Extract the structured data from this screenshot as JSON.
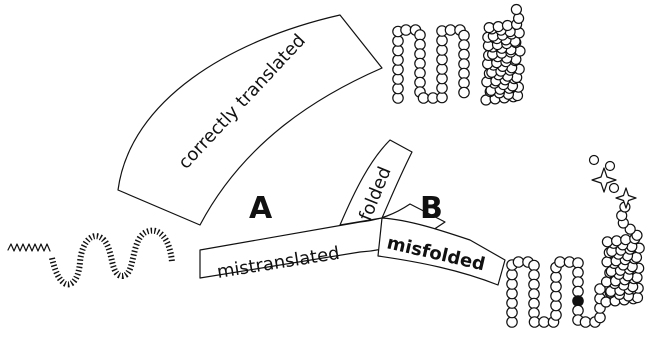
{
  "diagram": {
    "labels": {
      "correctly_translated": "correctly translated",
      "folded": "folded",
      "mistranslated": "mistranslated",
      "misfolded": "misfolded",
      "pathway_a": "A",
      "pathway_b": "B"
    },
    "colors": {
      "ink": "#111111",
      "background": "#ffffff"
    },
    "nodes": [
      "unfolded-chain",
      "correctly-folded-protein",
      "misfolded-protein"
    ],
    "edges": [
      {
        "from": "unfolded-chain",
        "to": "correctly-folded-protein",
        "label": "correctly translated"
      },
      {
        "from": "unfolded-chain",
        "to": "misfolded-protein",
        "label": "mistranslated"
      },
      {
        "from": "mistranslated",
        "to": "correctly-folded-protein",
        "label": "folded"
      },
      {
        "from": "mistranslated",
        "to": "misfolded-protein",
        "label": "misfolded"
      }
    ]
  }
}
